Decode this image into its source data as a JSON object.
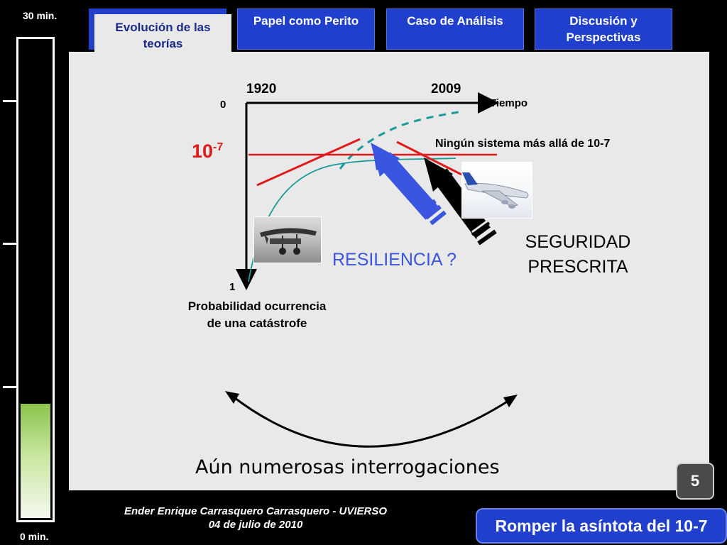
{
  "timer": {
    "top_label": "30 min.",
    "bottom_label": "0 min.",
    "elapsed_fraction": 0.24
  },
  "tabs": [
    {
      "label": "Evolución de las teorías",
      "active": true
    },
    {
      "label": "Papel como Perito",
      "active": false
    },
    {
      "label": "Caso de Análisis",
      "active": false
    },
    {
      "label": "Discusión y Perspectivas",
      "active": false
    }
  ],
  "diagram": {
    "year_start": "1920",
    "year_end": "2009",
    "x_axis_label": "Tiempo",
    "y_top": "0",
    "y_bottom": "1",
    "threshold_base": "10",
    "threshold_exp": "-7",
    "threshold_note": "Ningún sistema más allá de 10-7",
    "resilience_label": "RESILIENCIA ?",
    "security_label_1": "SEGURIDAD",
    "security_label_2": "PRESCRITA",
    "y_axis_label_1": "Probabilidad ocurrencia",
    "y_axis_label_2": "de una catástrofe",
    "question": "Aún numerosas interrogaciones"
  },
  "colors": {
    "tab_blue": "#1f3fcc",
    "threshold_red": "#e01a1a",
    "curve_teal": "#1a9a9a",
    "arrow_blue": "#3a56e0"
  },
  "footer": {
    "author": "Ender Enrique Carrasquero Carrasquero - UVIERSO",
    "date": "04 de julio de 2010"
  },
  "slide_number": "5",
  "banner": "Romper la asíntota del 10-7"
}
